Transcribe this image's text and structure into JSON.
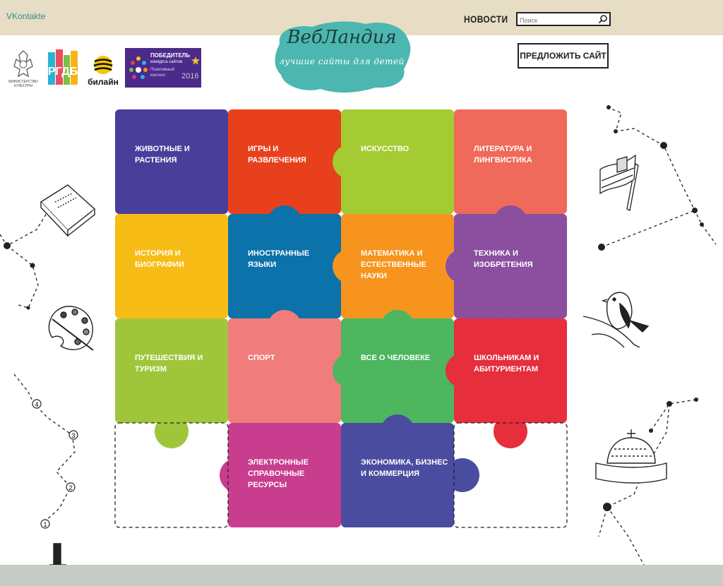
{
  "header": {
    "vk_link": "VKontakte",
    "news_link": "НОВОСТИ",
    "search_placeholder": "Поиск",
    "propose_button": "ПРЕДЛОЖИТЬ САЙТ"
  },
  "logo": {
    "title": "ВебЛандия",
    "subtitle": "лучшие сайты для детей"
  },
  "sponsors": {
    "ministry_text": "МИНИСТЕРСТВО КУЛЬТУРЫ",
    "rgdb_text": "РГДБ",
    "beeline_text": "билайн",
    "award_title": "ПОБЕДИТЕЛЬ",
    "award_sub": "конкурса сайтов",
    "award_badge": "Позитивный контент",
    "award_year": "2016"
  },
  "categories": [
    {
      "label": "Животные и\nрастения",
      "color": "#4a3e9b"
    },
    {
      "label": "Игры и\nразвлечения",
      "color": "#e8401c"
    },
    {
      "label": "Искусство",
      "color": "#a5cb32"
    },
    {
      "label": "Литература и\nлингвистика",
      "color": "#ef6a5a"
    },
    {
      "label": "История и\nбиографии",
      "color": "#f8bc17"
    },
    {
      "label": "Иностранные\nязыки",
      "color": "#0b72aa"
    },
    {
      "label": "Математика и\nестественные\nнауки",
      "color": "#f7941d"
    },
    {
      "label": "Техника и\nизобретения",
      "color": "#8b4f9f"
    },
    {
      "label": "Путешествия и\nтуризм",
      "color": "#9fc63b"
    },
    {
      "label": "Спорт",
      "color": "#f07c7c"
    },
    {
      "label": "Все о человеке",
      "color": "#4db65e"
    },
    {
      "label": "Школьникам и\nабитуриентам",
      "color": "#e62e3d"
    },
    {
      "label": "Электронные\nсправочные\nресурсы",
      "color": "#c93d8e"
    },
    {
      "label": "Экономика, бизнес\nи коммерция",
      "color": "#4a4ca0"
    }
  ],
  "doodle_numbers": [
    "4",
    "3",
    "2",
    "1"
  ]
}
